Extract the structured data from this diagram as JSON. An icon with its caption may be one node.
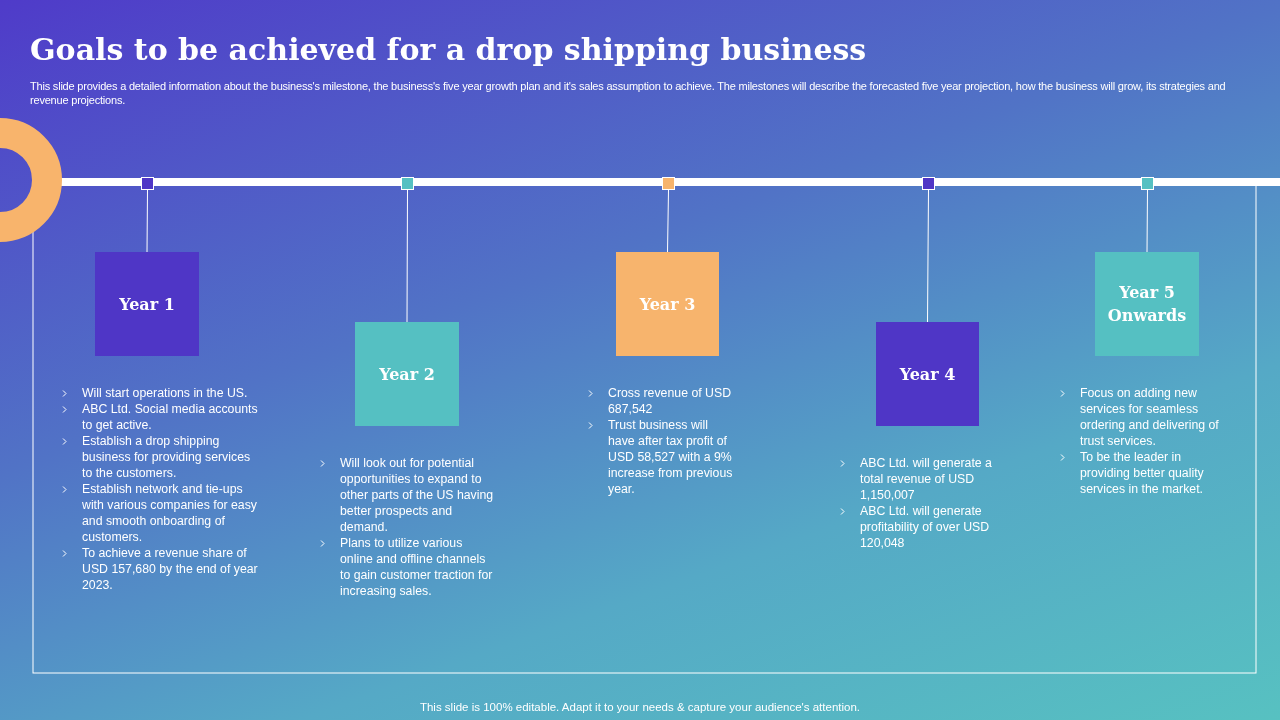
{
  "diagram": {
    "title": "Goals to be achieved for a drop shipping business",
    "nodes": [
      {
        "text": [],
        "shape": "box"
      },
      {
        "text": [],
        "shape": "box"
      },
      {
        "text": [],
        "shape": "box"
      },
      {
        "text": [],
        "shape": "box"
      },
      {
        "text": [],
        "shape": "box"
      },
      {
        "text": [
          "Year 1"
        ],
        "beside": [
          "Will start operations in the US.",
          "ABC Ltd. Social media accounts to get active.",
          "Establish a drop shipping business for providing services to the customers.",
          "Establish network and tie-ups with various companies for easy and smooth onboarding of customers.",
          "To achieve a revenue share of USD 157,680 by the end of year 2023."
        ]
      },
      {
        "text": [
          "Year 2"
        ],
        "beside": [
          "Will look out for potential opportunities to expand to other parts of the US having better prospects and demand.",
          "Plans to utilize various online and offline channels to gain customer traction for increasing sales."
        ]
      },
      {
        "text": [
          "Year 3"
        ],
        "beside": [
          "Cross revenue of USD 687,542",
          "Trust business will have after tax profit of USD 58,527 with a 9% increase from previous year."
        ]
      },
      {
        "text": [
          "Year 4"
        ],
        "beside": [
          "ABC Ltd. will generate a total revenue of USD 1,150,007",
          "ABC Ltd. will generate profitability of over USD 120,048"
        ]
      },
      {
        "text": [
          "Year 5 Onwards"
        ],
        "beside": [
          "Focus on adding new services for seamless ordering and delivering of trust services.",
          "To be the leader in providing better quality services in the market."
        ]
      }
    ],
    "edges": [
      {
        "from": 0,
        "to": 5,
        "arrow": "none"
      },
      {
        "from": 1,
        "to": 6,
        "arrow": "none"
      },
      {
        "from": 2,
        "to": 7,
        "arrow": "none"
      },
      {
        "from": 3,
        "to": 8,
        "arrow": "none"
      },
      {
        "from": 4,
        "to": 9,
        "arrow": "none"
      }
    ],
    "labels": [
      "This slide provides a detailed information about the business's milestone, the business's five year growth plan and it's sales assumption to achieve. The milestones will describe the forecasted five year projection, how the business will grow, its strategies and revenue projections.",
      "This slide is 100% editable. Adapt it to your needs & capture your audience's attention."
    ]
  }
}
